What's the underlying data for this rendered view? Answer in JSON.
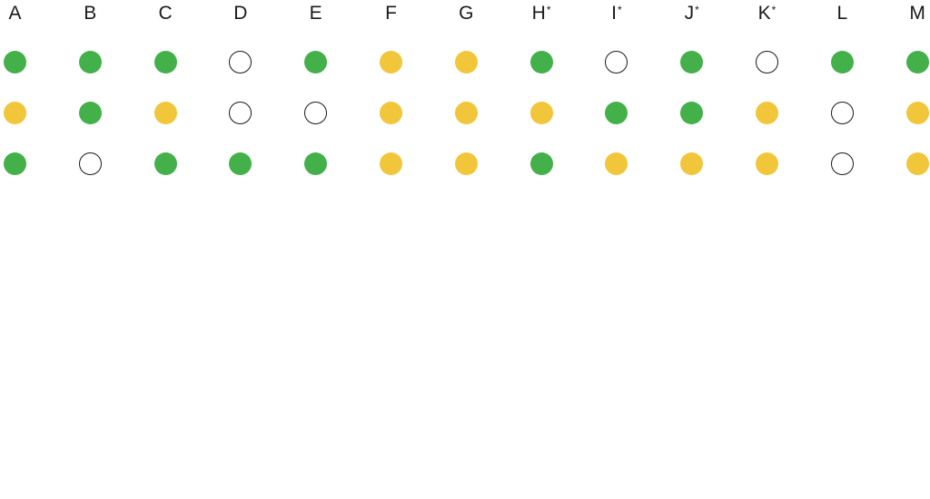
{
  "colors": {
    "green": "#44b04a",
    "yellow": "#f2c63a",
    "empty": "#ffffff"
  },
  "columns": [
    {
      "label": "A",
      "mark": "",
      "dots": [
        "green",
        "yellow",
        "green"
      ]
    },
    {
      "label": "B",
      "mark": "",
      "dots": [
        "green",
        "green",
        "empty"
      ]
    },
    {
      "label": "C",
      "mark": "",
      "dots": [
        "green",
        "yellow",
        "green"
      ]
    },
    {
      "label": "D",
      "mark": "",
      "dots": [
        "empty",
        "empty",
        "green"
      ]
    },
    {
      "label": "E",
      "mark": "",
      "dots": [
        "green",
        "empty",
        "green"
      ]
    },
    {
      "label": "F",
      "mark": "",
      "dots": [
        "yellow",
        "yellow",
        "yellow"
      ]
    },
    {
      "label": "G",
      "mark": "",
      "dots": [
        "yellow",
        "yellow",
        "yellow"
      ]
    },
    {
      "label": "H",
      "mark": "*",
      "dots": [
        "green",
        "yellow",
        "green"
      ]
    },
    {
      "label": "I",
      "mark": "*",
      "dots": [
        "empty",
        "green",
        "yellow"
      ]
    },
    {
      "label": "J",
      "mark": "*",
      "dots": [
        "green",
        "green",
        "yellow"
      ]
    },
    {
      "label": "K",
      "mark": "*",
      "dots": [
        "empty",
        "yellow",
        "yellow"
      ]
    },
    {
      "label": "L",
      "mark": "",
      "dots": [
        "green",
        "empty",
        "empty"
      ]
    },
    {
      "label": "M",
      "mark": "",
      "dots": [
        "green",
        "yellow",
        "yellow"
      ]
    }
  ]
}
